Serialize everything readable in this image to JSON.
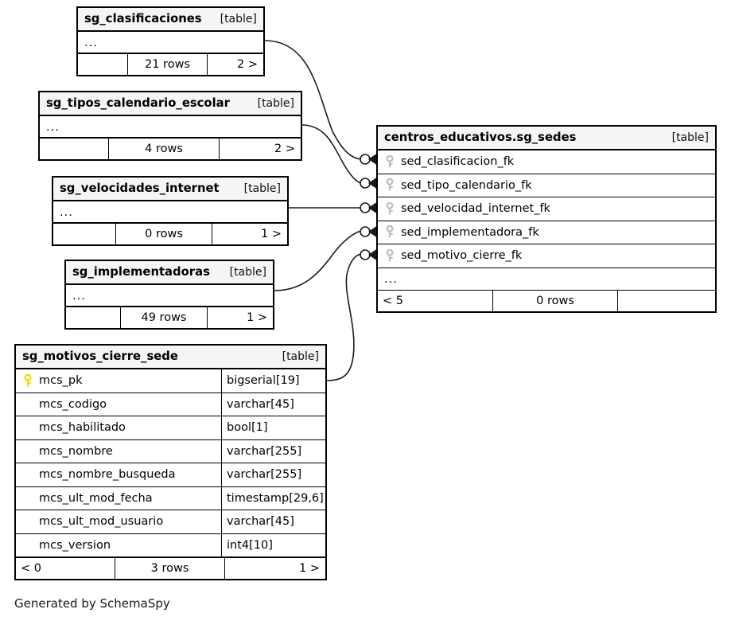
{
  "diagram": {
    "generator_note": "Generated by SchemaSpy",
    "table_tag": "[table]",
    "ellipsis": "...",
    "colors": {
      "pk_key": "#e8e000",
      "fk_key": "#bdbdbd",
      "header_bg": "#f5f5f5",
      "border": "#000000",
      "edge": "#1a1a1a"
    }
  },
  "tables": [
    {
      "id": "clasificaciones",
      "name": "sg_clasificaciones",
      "tag": "[table]",
      "ellipsis": "...",
      "footer": {
        "left": "",
        "mid": "21 rows",
        "right": "2 >"
      }
    },
    {
      "id": "tipos",
      "name": "sg_tipos_calendario_escolar",
      "tag": "[table]",
      "ellipsis": "...",
      "footer": {
        "left": "",
        "mid": "4 rows",
        "right": "2 >"
      }
    },
    {
      "id": "velocidades",
      "name": "sg_velocidades_internet",
      "tag": "[table]",
      "ellipsis": "...",
      "footer": {
        "left": "",
        "mid": "0 rows",
        "right": "1 >"
      }
    },
    {
      "id": "implementadoras",
      "name": "sg_implementadoras",
      "tag": "[table]",
      "ellipsis": "...",
      "footer": {
        "left": "",
        "mid": "49 rows",
        "right": "1 >"
      }
    },
    {
      "id": "sedes",
      "name": "centros_educativos.sg_sedes",
      "tag": "[table]",
      "ellipsis": "...",
      "columns": [
        {
          "name": "sed_clasificacion_fk",
          "key": "fk",
          "type": ""
        },
        {
          "name": "sed_tipo_calendario_fk",
          "key": "fk",
          "type": ""
        },
        {
          "name": "sed_velocidad_internet_fk",
          "key": "fk",
          "type": ""
        },
        {
          "name": "sed_implementadora_fk",
          "key": "fk",
          "type": ""
        },
        {
          "name": "sed_motivo_cierre_fk",
          "key": "fk",
          "type": ""
        }
      ],
      "footer": {
        "left": "< 5",
        "mid": "0 rows",
        "right": ""
      }
    },
    {
      "id": "motivos",
      "name": "sg_motivos_cierre_sede",
      "tag": "[table]",
      "columns": [
        {
          "name": "mcs_pk",
          "key": "pk",
          "type": "bigserial[19]"
        },
        {
          "name": "mcs_codigo",
          "key": "",
          "type": "varchar[45]"
        },
        {
          "name": "mcs_habilitado",
          "key": "",
          "type": "bool[1]"
        },
        {
          "name": "mcs_nombre",
          "key": "",
          "type": "varchar[255]"
        },
        {
          "name": "mcs_nombre_busqueda",
          "key": "",
          "type": "varchar[255]"
        },
        {
          "name": "mcs_ult_mod_fecha",
          "key": "",
          "type": "timestamp[29,6]"
        },
        {
          "name": "mcs_ult_mod_usuario",
          "key": "",
          "type": "varchar[45]"
        },
        {
          "name": "mcs_version",
          "key": "",
          "type": "int4[10]"
        }
      ],
      "footer": {
        "left": "< 0",
        "mid": "3 rows",
        "right": "1 >"
      }
    }
  ],
  "relationships": [
    {
      "from": "sg_clasificaciones",
      "to": "sed_clasificacion_fk"
    },
    {
      "from": "sg_tipos_calendario_escolar",
      "to": "sed_tipo_calendario_fk"
    },
    {
      "from": "sg_velocidades_internet",
      "to": "sed_velocidad_internet_fk"
    },
    {
      "from": "sg_implementadoras",
      "to": "sed_implementadora_fk"
    },
    {
      "from": "sg_motivos_cierre_sede",
      "to": "sed_motivo_cierre_fk"
    }
  ]
}
